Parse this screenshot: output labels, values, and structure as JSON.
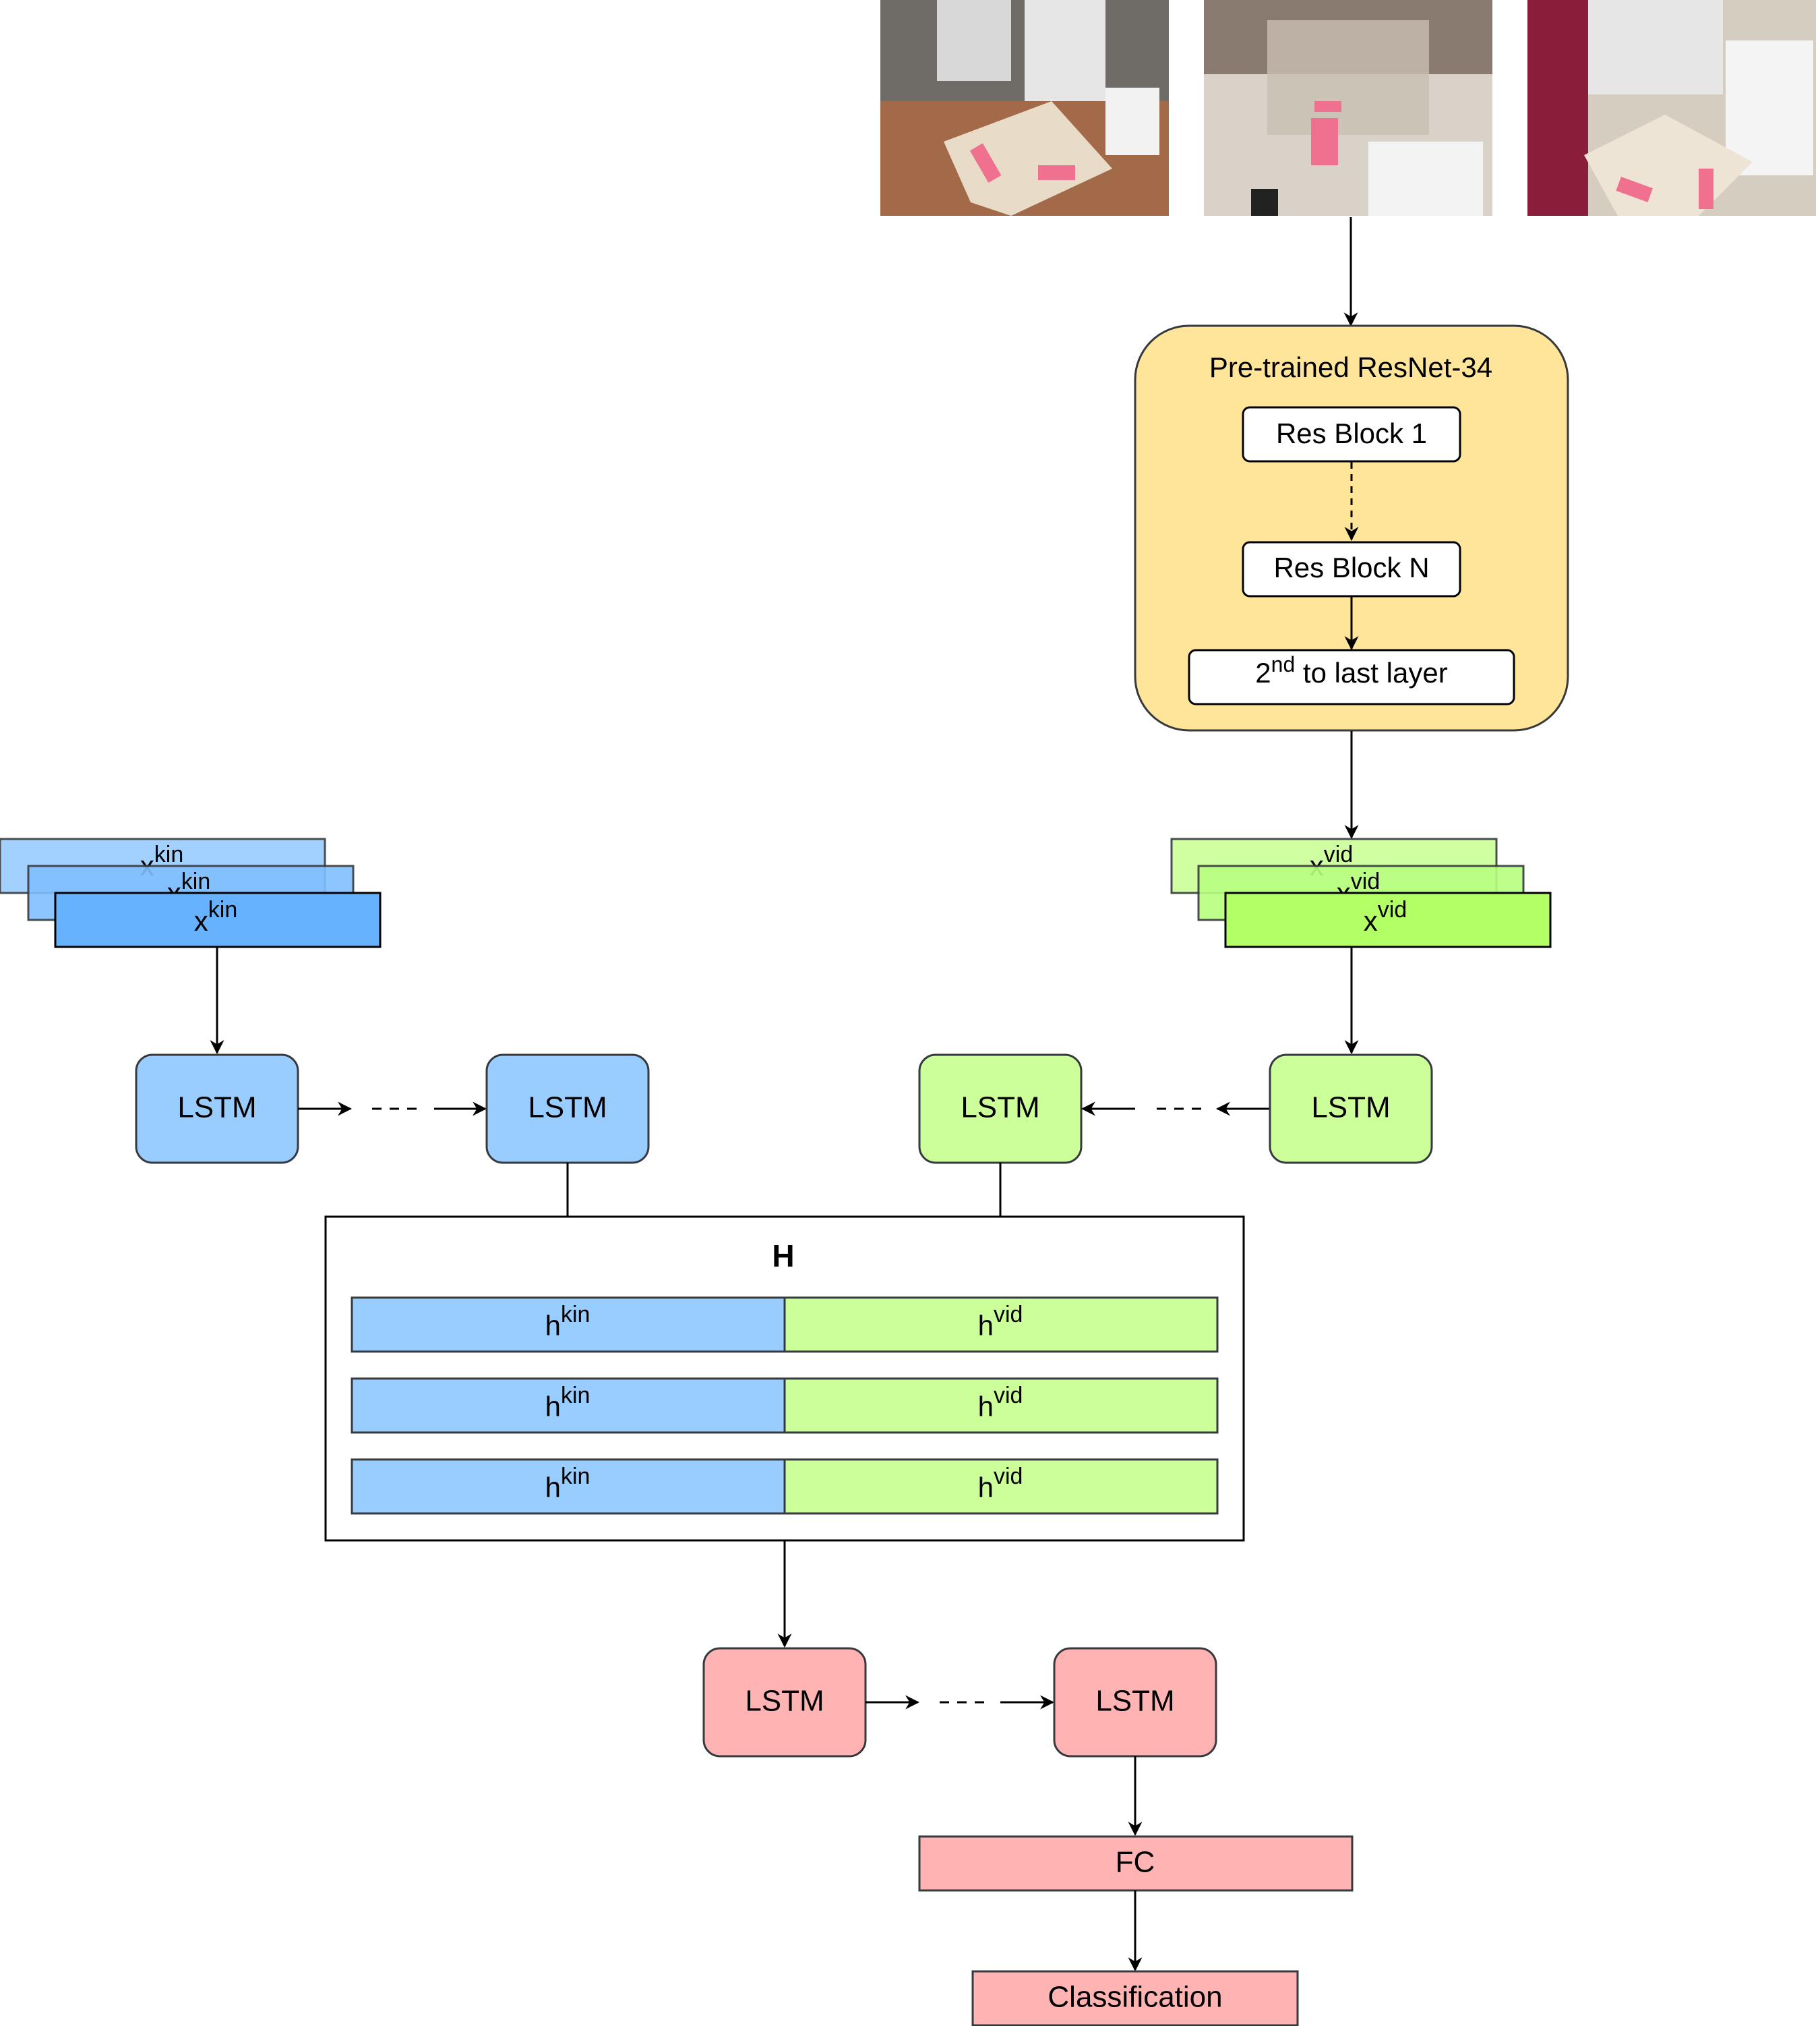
{
  "colors": {
    "kin_light": "#99ccff",
    "kin_mid": "#80bfff",
    "kin_dark": "#66b2ff",
    "vid_light": "#ccff99",
    "vid_mid": "#b8ff80",
    "vid_dark": "#b3ff66",
    "pink": "#ffb3b3",
    "resnet": "#ffe599",
    "stroke": "#36393d"
  },
  "images": {
    "frames": [
      {
        "icon": "surgical-training-frame-1",
        "description_hidden": ""
      },
      {
        "icon": "surgical-training-frame-2",
        "description_hidden": ""
      },
      {
        "icon": "surgical-training-frame-3",
        "description_hidden": ""
      }
    ]
  },
  "resnet": {
    "title": "Pre-trained ResNet-34",
    "block1": "Res Block 1",
    "blockN": "Res Block N",
    "penultimate_sup": "nd",
    "penultimate_base": "2",
    "penultimate_rest": " to last layer"
  },
  "kin_input": {
    "base": "x",
    "sup": "kin"
  },
  "vid_input": {
    "base": "x",
    "sup": "vid"
  },
  "lstm": "LSTM",
  "hidden": {
    "title": "H",
    "kin_base": "h",
    "kin_sup": "kin",
    "vid_base": "h",
    "vid_sup": "vid"
  },
  "fc": "FC",
  "classification": "Classification"
}
